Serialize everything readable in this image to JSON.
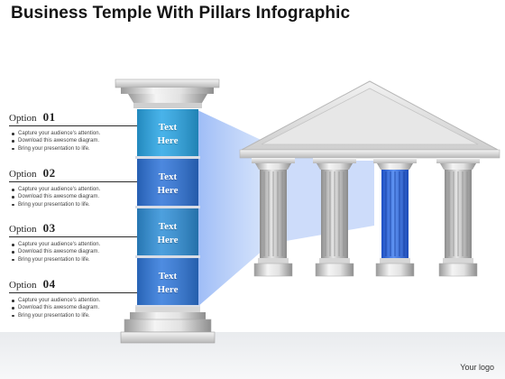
{
  "title": "Business Temple With Pillars Infographic",
  "options": [
    {
      "word": "Option",
      "num": "01",
      "bullets": [
        "Capture your audience's attention.",
        "Download this awesome diagram.",
        "Bring your presentation to life."
      ]
    },
    {
      "word": "Option",
      "num": "02",
      "bullets": [
        "Capture your audience's attention.",
        "Download this awesome diagram.",
        "Bring your presentation to life."
      ]
    },
    {
      "word": "Option",
      "num": "03",
      "bullets": [
        "Capture your audience's attention.",
        "Download this awesome diagram.",
        "Bring your presentation to life."
      ]
    },
    {
      "word": "Option",
      "num": "04",
      "bullets": [
        "Capture your audience's attention.",
        "Download this awesome diagram.",
        "Bring your presentation to life."
      ]
    }
  ],
  "pillar_segments": [
    {
      "line1": "Text",
      "line2": "Here"
    },
    {
      "line1": "Text",
      "line2": "Here"
    },
    {
      "line1": "Text",
      "line2": "Here"
    },
    {
      "line1": "Text",
      "line2": "Here"
    }
  ],
  "highlighted_temple_column": 3,
  "colors": {
    "segment_1": "#29a6e6",
    "segment_2": "#2d73d9",
    "segment_3": "#2e8fd8",
    "segment_4": "#2f78dc",
    "marble": "#d8d8d8",
    "beam": "#7aa6f2"
  },
  "footer": "Your logo"
}
